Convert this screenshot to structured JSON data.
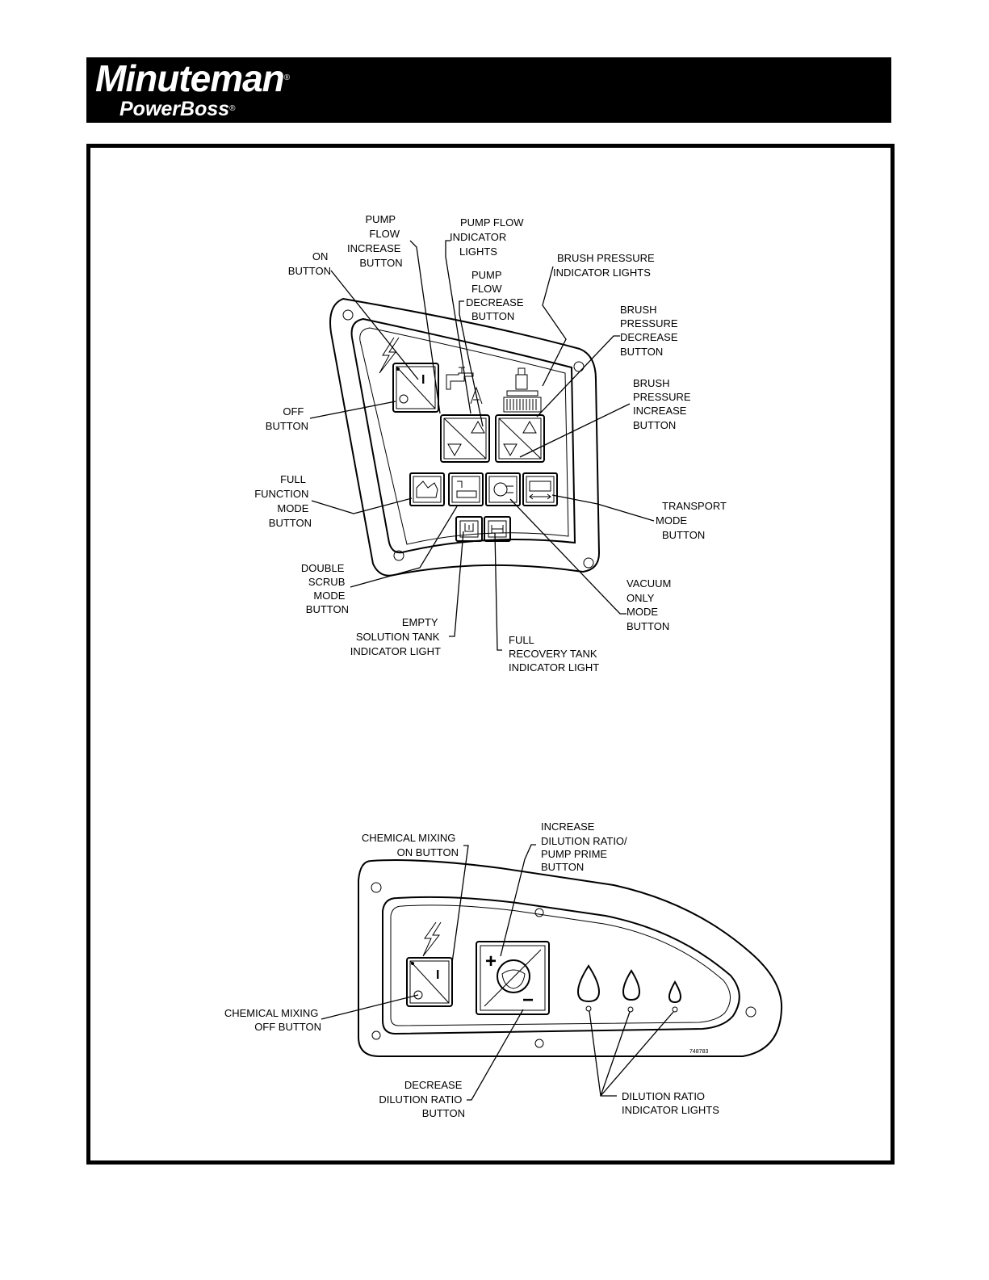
{
  "brand": {
    "name": "Minuteman",
    "sub": "PowerBoss",
    "reg": "®"
  },
  "top_panel": {
    "labels": {
      "pump_flow_increase": [
        "PUMP",
        "FLOW",
        "INCREASE",
        "BUTTON"
      ],
      "pump_flow_indicator": [
        "PUMP FLOW",
        "INDICATOR",
        "LIGHTS"
      ],
      "on_button": [
        "ON",
        "BUTTON"
      ],
      "pump_flow_decrease": [
        "PUMP",
        "FLOW",
        "DECREASE",
        "BUTTON"
      ],
      "brush_pressure_indicator": [
        "BRUSH PRESSURE",
        "INDICATOR LIGHTS"
      ],
      "brush_pressure_decrease": [
        "BRUSH",
        "PRESSURE",
        "DECREASE",
        "BUTTON"
      ],
      "brush_pressure_increase": [
        "BRUSH",
        "PRESSURE",
        "INCREASE",
        "BUTTON"
      ],
      "off_button": [
        "OFF",
        "BUTTON"
      ],
      "full_function": [
        "FULL",
        "FUNCTION",
        "MODE",
        "BUTTON"
      ],
      "transport": [
        "TRANSPORT",
        "MODE",
        "BUTTON"
      ],
      "double_scrub": [
        "DOUBLE",
        "SCRUB",
        "MODE",
        "BUTTON"
      ],
      "vacuum_only": [
        "VACUUM",
        "ONLY",
        "MODE",
        "BUTTON"
      ],
      "empty_solution": [
        "EMPTY",
        "SOLUTION TANK",
        "INDICATOR LIGHT"
      ],
      "full_recovery": [
        "FULL",
        "RECOVERY TANK",
        "INDICATOR LIGHT"
      ]
    },
    "on_glyph": "I",
    "off_glyph": "O"
  },
  "bottom_panel": {
    "labels": {
      "chem_on": [
        "CHEMICAL MIXING",
        "ON BUTTON"
      ],
      "increase_dilution": [
        "INCREASE",
        "DILUTION RATIO/",
        "PUMP PRIME",
        "BUTTON"
      ],
      "chem_off": [
        "CHEMICAL MIXING",
        "OFF BUTTON"
      ],
      "decrease_dilution": [
        "DECREASE",
        "DILUTION RATIO",
        "BUTTON"
      ],
      "dilution_lights": [
        "DILUTION RATIO",
        "INDICATOR LIGHTS"
      ]
    },
    "plus": "+",
    "minus": "−",
    "part_number": "748783"
  }
}
